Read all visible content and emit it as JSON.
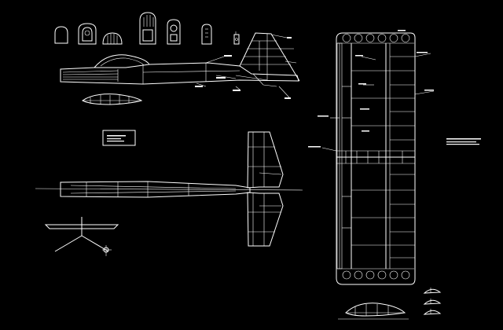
{
  "drawing": {
    "background": "#000000",
    "line_color": "#ffffff"
  },
  "views": [
    {
      "name": "former-templates"
    },
    {
      "name": "fuselage-side-view"
    },
    {
      "name": "wing-airfoil-section"
    },
    {
      "name": "title-block"
    },
    {
      "name": "fuselage-top-view"
    },
    {
      "name": "landing-gear-front-view"
    },
    {
      "name": "wing-plan-view"
    },
    {
      "name": "wingtip-airfoil-sections"
    }
  ]
}
